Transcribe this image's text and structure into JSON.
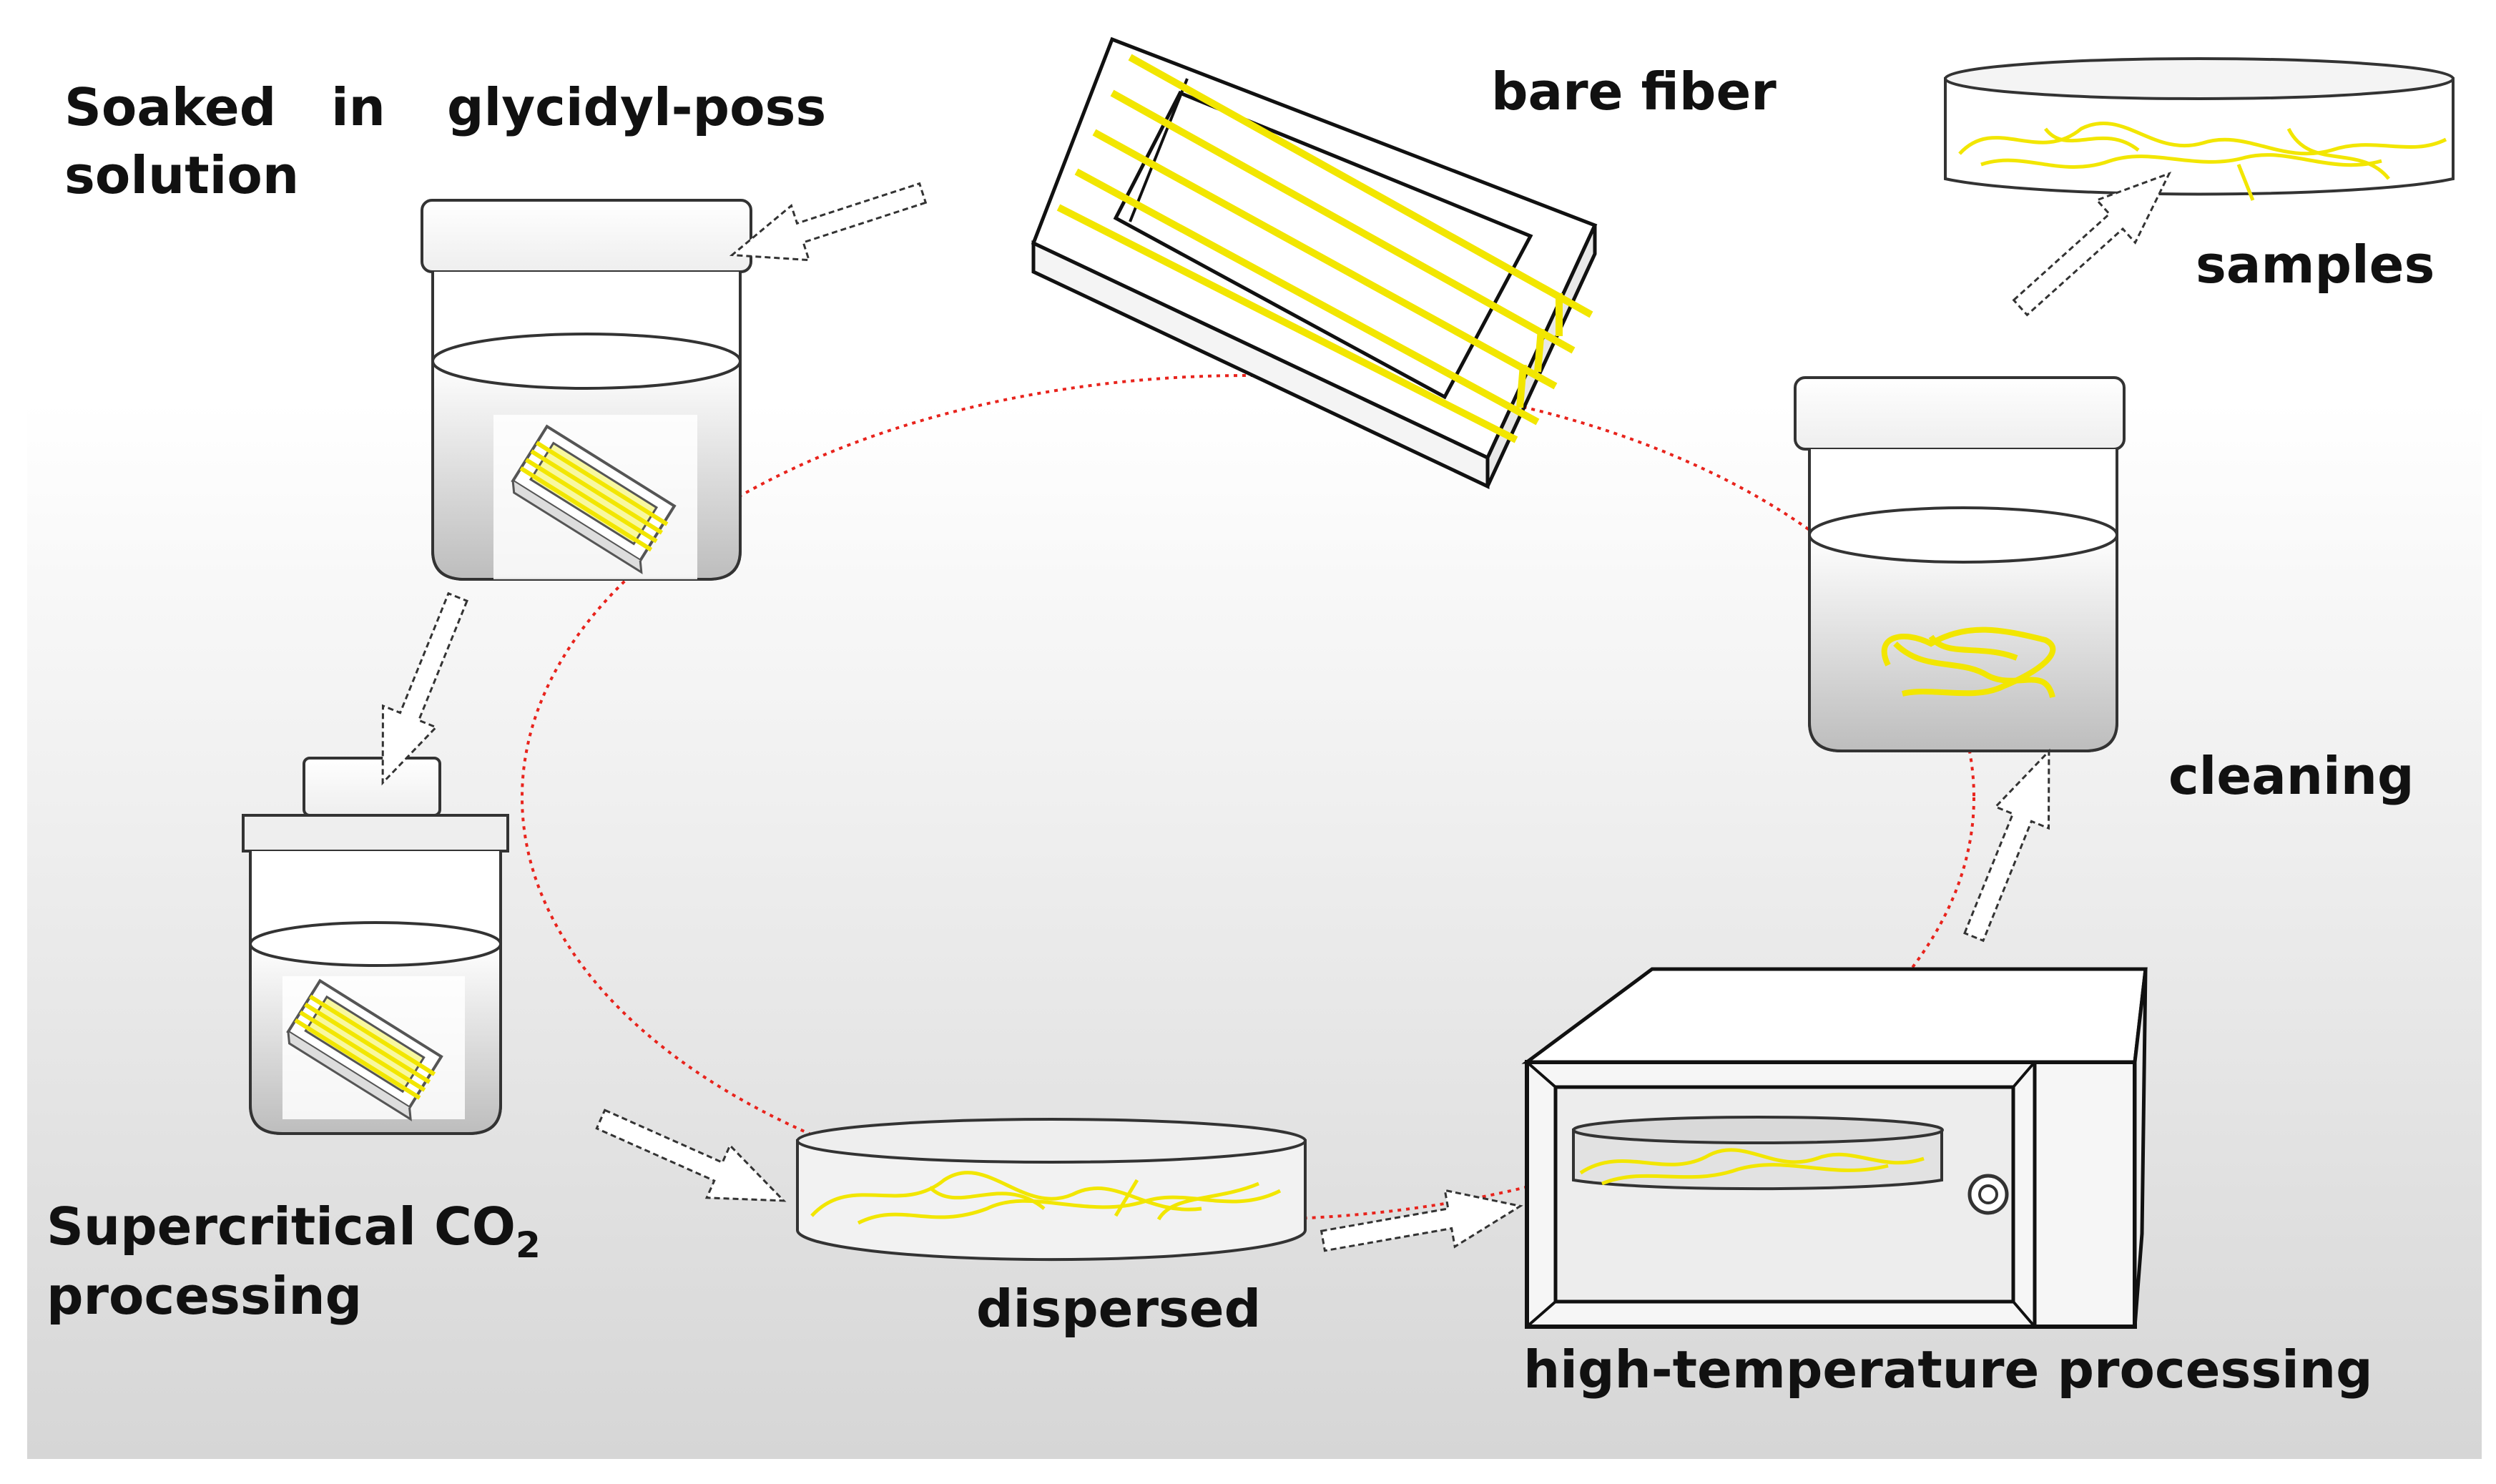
{
  "labels": {
    "soaked_line1_w1": "Soaked",
    "soaked_line1_w2": "in",
    "soaked_line1_w3": "glycidyl-poss",
    "soaked_line2": "solution",
    "bare_fiber": "bare fiber",
    "samples": "samples",
    "cleaning": "cleaning",
    "supercritical_main": "Supercritical CO",
    "supercritical_sub": "2",
    "supercritical_line2": "processing",
    "dispersed": "dispersed",
    "high_temp": "high-temperature processing"
  },
  "colors": {
    "fiber": "#f2e600",
    "cycle": "#e8231c",
    "outline": "#222222",
    "background_top": "#ffffff",
    "background_bottom": "#d9d9d9",
    "arrow_fill": "#ffffff"
  },
  "icons": {
    "cycle": "dotted-cycle-ellipse",
    "steps": [
      "fiber-frame-icon",
      "soaking-jar-icon",
      "pressure-vessel-icon",
      "petri-dish-icon",
      "oven-icon",
      "cleaning-jar-icon",
      "sample-dish-icon"
    ]
  }
}
